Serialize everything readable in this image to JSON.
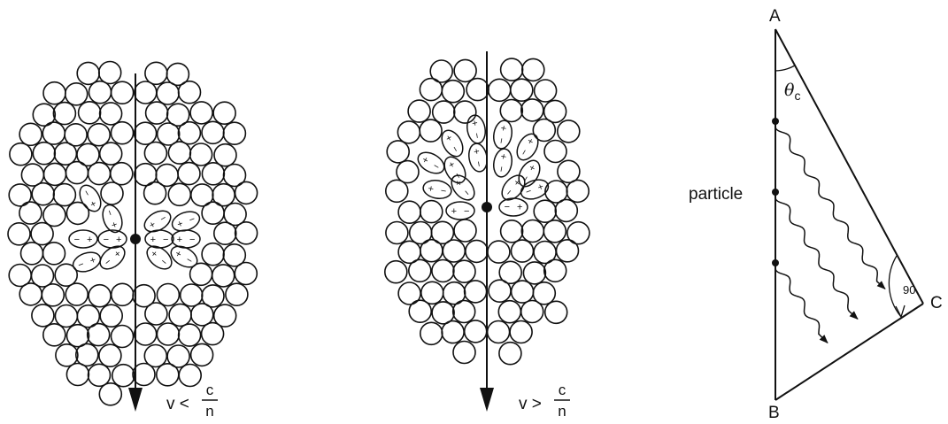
{
  "colors": {
    "ink": "#111111",
    "background": "#ffffff"
  },
  "panel_left": {
    "velocity_relation": "v <",
    "fraction_numerator": "c",
    "fraction_denominator": "n"
  },
  "panel_middle": {
    "velocity_relation": "v >",
    "fraction_numerator": "c",
    "fraction_denominator": "n"
  },
  "panel_right": {
    "vertex_a": "A",
    "vertex_b": "B",
    "vertex_c": "C",
    "angle_symbol": "θ",
    "angle_subscript": "c",
    "right_angle_label": "90",
    "particle_label": "particle"
  },
  "charge_plus": "+",
  "charge_minus": "−"
}
